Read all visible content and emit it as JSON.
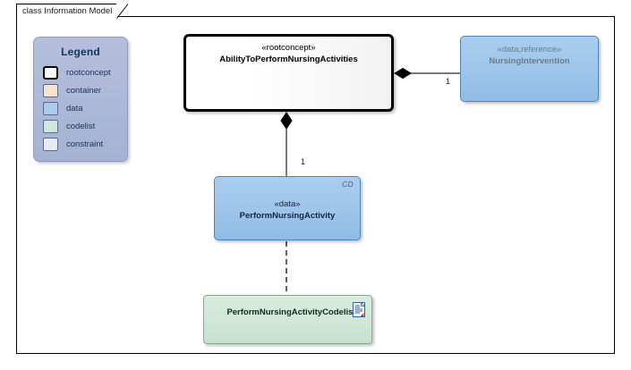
{
  "diagram": {
    "title": "class Information Model",
    "type": "uml-class-diagram"
  },
  "legend": {
    "title": "Legend",
    "items": [
      {
        "label": "rootconcept",
        "color": "#ffffff",
        "border": "#000000",
        "style": "thick"
      },
      {
        "label": "container",
        "color": "#fae3cd",
        "border": "#5d6a86",
        "style": "normal"
      },
      {
        "label": "data",
        "color": "#a8cdee",
        "border": "#5d6a86",
        "style": "normal"
      },
      {
        "label": "codelist",
        "color": "#cfe7d8",
        "border": "#5d6a86",
        "style": "normal"
      },
      {
        "label": "constraint",
        "color": "#e8ecf8",
        "border": "#5d6a86",
        "style": "normal"
      }
    ]
  },
  "nodes": {
    "rootconcept": {
      "stereotype": "«rootconcept»",
      "name": "AbilityToPerformNursingActivities",
      "kind": "rootconcept",
      "fill": "#ffffff"
    },
    "nursing_intervention": {
      "stereotype": "«data,reference»",
      "name": "NursingIntervention",
      "kind": "data",
      "fill": "#a8cdee"
    },
    "perform_nursing_activity": {
      "stereotype": "«data»",
      "name": "PerformNursingActivity",
      "kind": "data",
      "fill": "#a8cdee",
      "corner_marker": "CD"
    },
    "perform_nursing_activity_codelist": {
      "stereotype": "",
      "name": "PerformNursingActivityCodelist",
      "kind": "codelist",
      "fill": "#cfe7d8",
      "icon": "document-icon"
    }
  },
  "connectors": [
    {
      "id": "root-to-nursingintervention",
      "type": "composition",
      "source": "rootconcept",
      "target": "nursing_intervention",
      "source_decoration": "filled-diamond",
      "target_multiplicity": "1",
      "line": "solid"
    },
    {
      "id": "root-to-performnursingactivity",
      "type": "composition",
      "source": "rootconcept",
      "target": "perform_nursing_activity",
      "source_decoration": "filled-diamond",
      "target_multiplicity": "1",
      "line": "solid"
    },
    {
      "id": "performnursingactivity-to-codelist",
      "type": "dependency",
      "source": "perform_nursing_activity",
      "target": "perform_nursing_activity_codelist",
      "source_decoration": "none",
      "target_multiplicity": "",
      "line": "dashed"
    }
  ]
}
